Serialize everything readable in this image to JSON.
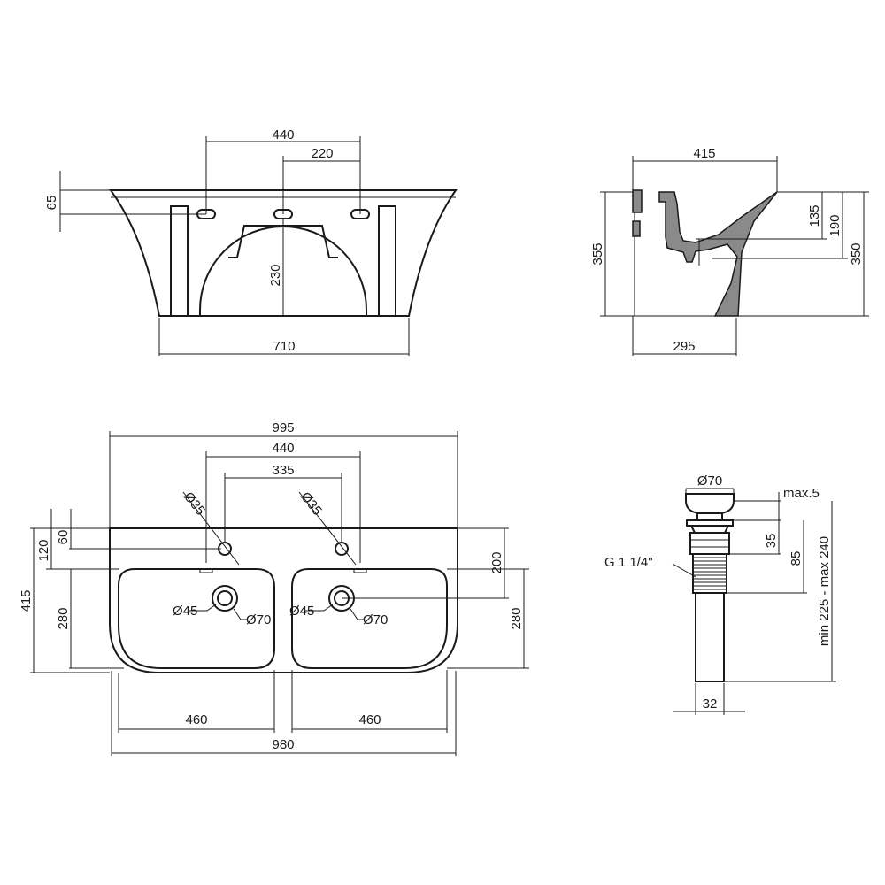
{
  "front_view": {
    "d440": "440",
    "d220": "220",
    "d65": "65",
    "d230": "230",
    "d710": "710"
  },
  "side_view": {
    "d415": "415",
    "d355": "355",
    "d135": "135",
    "d190": "190",
    "d350": "350",
    "d295": "295"
  },
  "top_view": {
    "d995": "995",
    "d440": "440",
    "d335": "335",
    "d35_left": "Ø35",
    "d35_right": "Ø35",
    "d120": "120",
    "d60": "60",
    "d200": "200",
    "d415": "415",
    "d280_left": "280",
    "d280_right": "280",
    "d45_left": "Ø45",
    "d70_left": "Ø70",
    "d45_right": "Ø45",
    "d70_right": "Ø70",
    "d460_left": "460",
    "d460_right": "460",
    "d980": "980"
  },
  "drain_view": {
    "d70": "Ø70",
    "dmax5": "max.5",
    "dthread": "G 1 1/4\"",
    "d35": "35",
    "d85": "85",
    "dminmax": "min 225 - max 240",
    "d32": "32"
  }
}
